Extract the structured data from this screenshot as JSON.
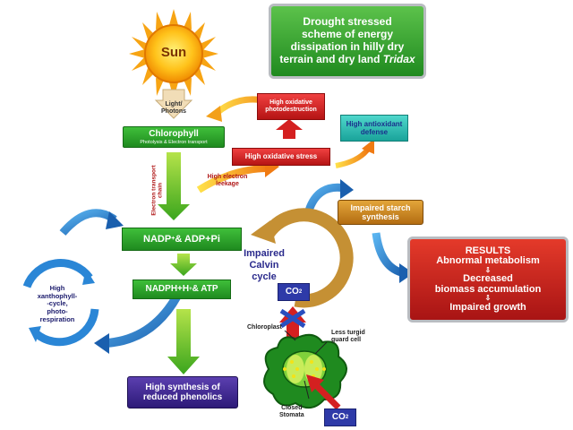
{
  "title": {
    "line1": "Drought stressed",
    "line2": "scheme of energy",
    "line3": "dissipation in hilly  dry",
    "line4_prefix": "terrain and dry land ",
    "line4_italic": "Tridax"
  },
  "sun": {
    "label": "Sun"
  },
  "light": {
    "line1": "Light/",
    "line2": "Photons"
  },
  "chlorophyll": {
    "title": "Chlorophyll",
    "subtitle": "Photolysis & Electron transport"
  },
  "oxidative_destruction": {
    "line1": "High oxidative",
    "line2": "photodestruction"
  },
  "oxidative_stress": {
    "label": "High oxidative stress"
  },
  "antioxidant": {
    "line1": "High antioxidant",
    "line2": "defense"
  },
  "electron_leakage": {
    "line1": "High electron",
    "line2": "leekage"
  },
  "electron_chain": {
    "line1": "Electron transport",
    "line2": "chain"
  },
  "starch": {
    "line1": "Impaired starch",
    "line2": "synthesis"
  },
  "nadp": {
    "label": "NADP",
    "sup": "+",
    "rest": " & ADP+Pi"
  },
  "nadph": {
    "label": "NADPH+H",
    "sup": "+",
    "rest": "& ATP"
  },
  "calvin": {
    "line1": "Impaired",
    "line2": "Calvin",
    "line3": "cycle"
  },
  "co2_top": {
    "label": "CO",
    "sub": "2"
  },
  "co2_bottom": {
    "label": "CO",
    "sub": "2"
  },
  "xantho": {
    "line1": "High",
    "line2": "xanthophyll-",
    "line3": "-cycle,",
    "line4": "photo-",
    "line5": "respiration"
  },
  "results": {
    "heading": "RESULTS",
    "line1": "Abnormal metabolism",
    "line2": "Decreased",
    "line3": "biomass accumulation",
    "line4": "Impaired growth",
    "arrow": "⇩"
  },
  "phenolics": {
    "line1": "High synthesis of",
    "line2": "reduced phenolics"
  },
  "chloroplast": {
    "label": "Chloroplast"
  },
  "guard": {
    "line1": "Less turgid",
    "line2": "guard cell"
  },
  "stomata": {
    "line1": "Closed",
    "line2": "Stomata"
  },
  "colors": {
    "green": "#2ea22e",
    "red": "#d42020",
    "blue": "#2a78c9",
    "purple": "#3b1e8c",
    "orange": "#f5a623",
    "darkred": "#a81414"
  }
}
